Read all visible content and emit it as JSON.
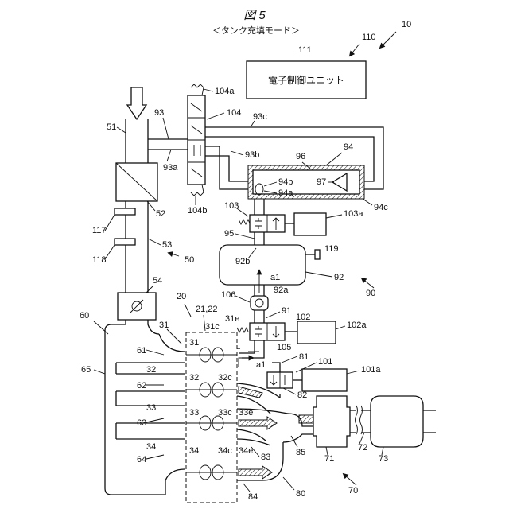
{
  "header": {
    "figure_title": "図 5",
    "mode_caption": "＜タンク充填モード＞"
  },
  "ecu": {
    "text": "電子制御ユニット"
  },
  "labels": {
    "l10": "10",
    "l110": "110",
    "l111": "111",
    "l104a": "104a",
    "l104": "104",
    "l104b": "104b",
    "l93": "93",
    "l93a": "93a",
    "l93b": "93b",
    "l93c": "93c",
    "l51": "51",
    "l52": "52",
    "l53": "53",
    "l50": "50",
    "l94": "94",
    "l94a": "94a",
    "l94b": "94b",
    "l94c": "94c",
    "l96": "96",
    "l97": "97",
    "l103": "103",
    "l103a": "103a",
    "l95": "95",
    "l117": "117",
    "l118": "118",
    "l119": "119",
    "l92": "92",
    "l92a": "92a",
    "l92b": "92b",
    "la1_top": "a1",
    "l90": "90",
    "l54": "54",
    "l106": "106",
    "l91": "91",
    "l20": "20",
    "l21_22": "21,22",
    "l60": "60",
    "l31": "31",
    "l31i": "31i",
    "l31c": "31c",
    "l31e": "31e",
    "l102": "102",
    "l102a": "102a",
    "l105": "105",
    "l81": "81",
    "la1_mid": "a1",
    "l101": "101",
    "l101a": "101a",
    "l82": "82",
    "l61": "61",
    "l65": "65",
    "l32": "32",
    "l32i": "32i",
    "l32c": "32c",
    "l62": "62",
    "l33": "33",
    "l33i": "33i",
    "l33c": "33c",
    "l33e": "33e",
    "l63": "63",
    "l34": "34",
    "l34i": "34i",
    "l34c": "34c",
    "l34e": "34e",
    "l64": "64",
    "l83": "83",
    "l85": "85",
    "l84": "84",
    "l80": "80",
    "l71": "71",
    "l72": "72",
    "l73": "73",
    "l70": "70"
  }
}
